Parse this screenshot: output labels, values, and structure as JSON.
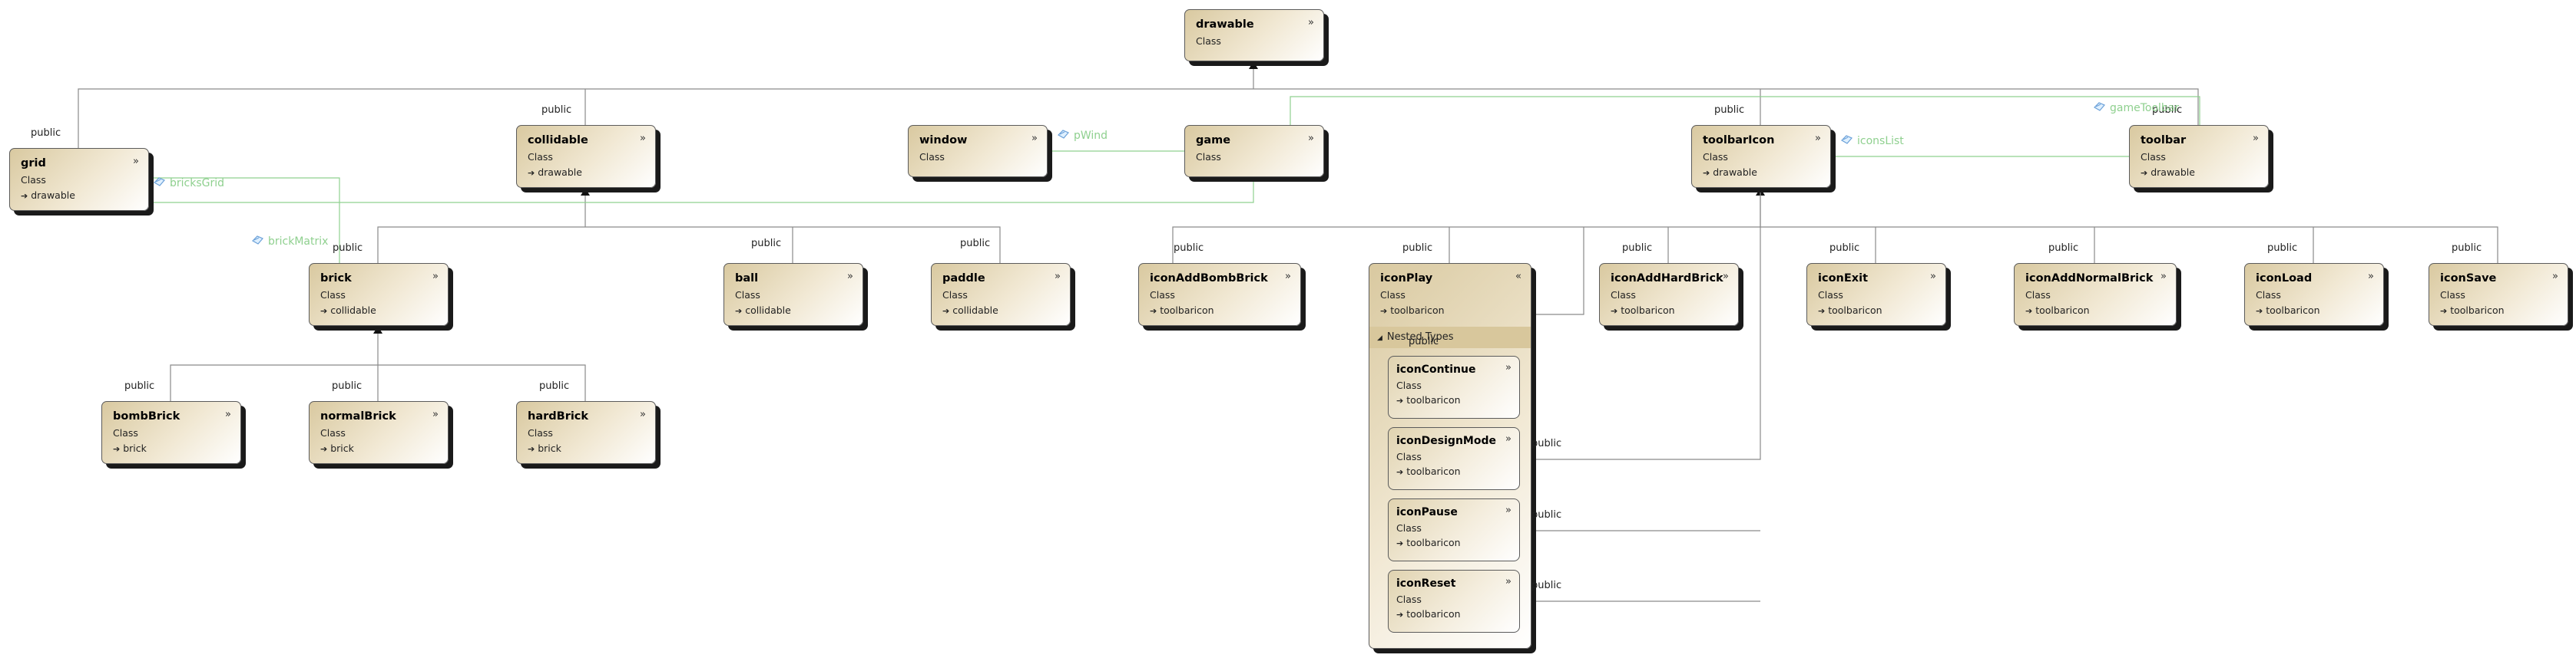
{
  "diagram": {
    "stereotype": "Class",
    "inheritance_label": "public",
    "collapse_glyph": "»",
    "expand_glyph": "«",
    "nested_types_label": "Nested Types",
    "classes": {
      "drawable": {
        "name": "drawable",
        "base": ""
      },
      "grid": {
        "name": "grid",
        "base": "drawable"
      },
      "collidable": {
        "name": "collidable",
        "base": "drawable"
      },
      "window": {
        "name": "window",
        "base": ""
      },
      "game": {
        "name": "game",
        "base": ""
      },
      "toolbarIcon": {
        "name": "toolbarIcon",
        "base": "drawable"
      },
      "toolbar": {
        "name": "toolbar",
        "base": "drawable"
      },
      "brick": {
        "name": "brick",
        "base": "collidable"
      },
      "ball": {
        "name": "ball",
        "base": "collidable"
      },
      "paddle": {
        "name": "paddle",
        "base": "collidable"
      },
      "iconAddBombBrick": {
        "name": "iconAddBombBrick",
        "base": "toolbaricon"
      },
      "iconPlay": {
        "name": "iconPlay",
        "base": "toolbaricon"
      },
      "iconAddHardBrick": {
        "name": "iconAddHardBrick",
        "base": "toolbaricon"
      },
      "iconExit": {
        "name": "iconExit",
        "base": "toolbaricon"
      },
      "iconAddNormalBrick": {
        "name": "iconAddNormalBrick",
        "base": "toolbaricon"
      },
      "iconLoad": {
        "name": "iconLoad",
        "base": "toolbaricon"
      },
      "iconSave": {
        "name": "iconSave",
        "base": "toolbaricon"
      },
      "bombBrick": {
        "name": "bombBrick",
        "base": "brick"
      },
      "normalBrick": {
        "name": "normalBrick",
        "base": "brick"
      },
      "hardBrick": {
        "name": "hardBrick",
        "base": "brick"
      }
    },
    "nested_classes": {
      "iconContinue": {
        "name": "iconContinue",
        "base": "toolbaricon"
      },
      "iconDesignMode": {
        "name": "iconDesignMode",
        "base": "toolbaricon"
      },
      "iconPause": {
        "name": "iconPause",
        "base": "toolbaricon"
      },
      "iconReset": {
        "name": "iconReset",
        "base": "toolbaricon"
      }
    },
    "associations": {
      "bricksGrid": "bricksGrid",
      "brickMatrix": "brickMatrix",
      "pWind": "pWind",
      "iconsList": "iconsList",
      "gameToolbar": "gameToolbar"
    },
    "colors": {
      "line": "#8a8a8a",
      "association": "#8fd08f",
      "box_dark": "#d9c9a0",
      "shadow": "#1a1a1a"
    }
  }
}
